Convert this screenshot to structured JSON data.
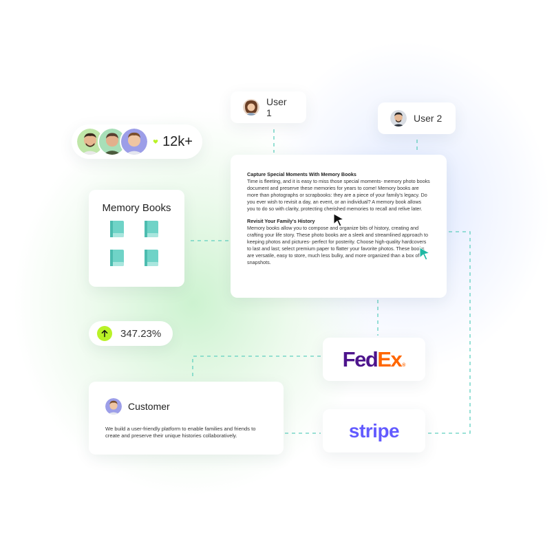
{
  "users": [
    {
      "name": "User 1"
    },
    {
      "name": "User 2"
    }
  ],
  "community": {
    "count": "12k+"
  },
  "memory_books": {
    "title": "Memory Books"
  },
  "article": {
    "heading1": "Capture Special Moments With Memory Books",
    "body1": "Time is fleeting, and it is easy to miss those special moments- memory photo books document and preserve these memories for years to come! Memory books are more than photographs or scrapbooks: they are a piece of your family's legacy. Do you ever wish to revisit a day, an event, or an individual? A memory book allows you to do so with clarity, protecting cherished memories to recall and relive later.",
    "heading2": "Revisit Your Family's History",
    "body2": "Memory books allow you to compose and organize bits of history, creating and crafting your life story. These photo books are a sleek and streamlined approach to keeping photos and pictures- perfect for posterity. Choose high-quality hardcovers to last and last; select premium paper to flatter your favorite photos. These books are versatile, easy to store, much less bulky, and more organized than a box of snapshots."
  },
  "growth": {
    "value": "347.23%"
  },
  "customer": {
    "name": "Customer",
    "description": "We build a user-friendly platform to enable families and friends to create and preserve their unique histories collaboratively."
  },
  "logos": {
    "fedex_fed": "Fed",
    "fedex_ex": "Ex",
    "fedex_reg": "®",
    "stripe": "stripe"
  },
  "colors": {
    "book_teal": "#6fd3c7",
    "connector": "#5fcfbf",
    "accent_lime": "#b9f227",
    "fedex_purple": "#4d148c",
    "fedex_orange": "#ff6600",
    "stripe_purple": "#635bff",
    "cursor_teal": "#1fb8a3"
  },
  "icons": [
    "heart-icon",
    "book-icon",
    "arrow-up-icon",
    "cursor-icon"
  ]
}
